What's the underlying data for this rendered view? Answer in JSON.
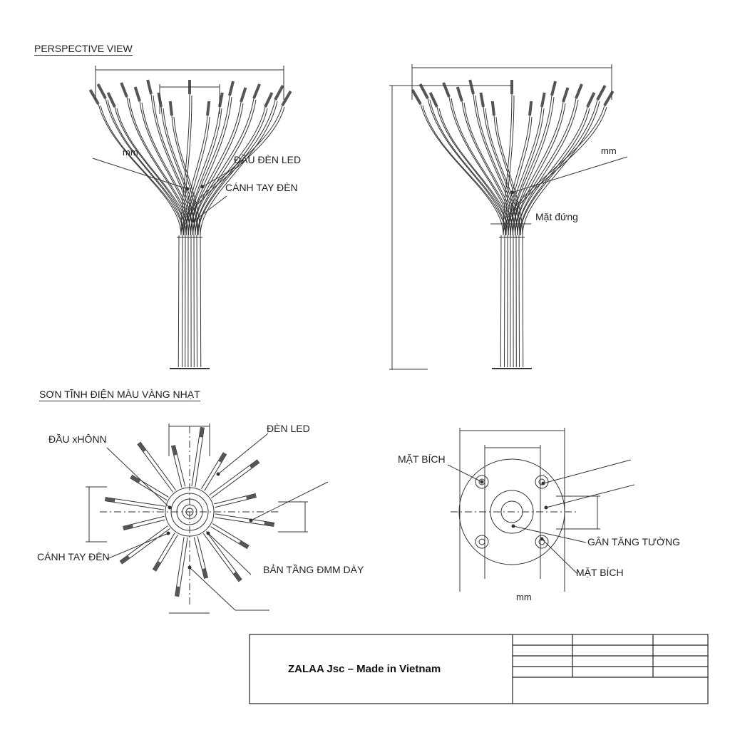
{
  "views": {
    "perspective": {
      "title": "PERSPECTIVE VIEW",
      "label_mm": "mm",
      "label_led_head": "ĐẦU ĐÈN LED",
      "label_arm": "CÁNH TAY ĐÈN"
    },
    "elevation": {
      "label_mm": "mm",
      "label_elevation": "Mặt đứng"
    },
    "top": {
      "title": "SƠN TĨNH ĐIỆN MÀU VÀNG NHẠT",
      "label_head": "ĐẦU хHÔNN",
      "label_led": "ĐÈN LED",
      "label_arm": "CÁNH TAY ĐÈN",
      "label_plate": "BẢN TẦNG ĐMM DÀY"
    },
    "flange": {
      "label_flange_top": "MẶT BÍCH",
      "label_stiffener": "GÂN TĂNG TƯỜNG",
      "label_flange_bottom": "MẶT BÍCH",
      "label_mm": "mm"
    }
  },
  "title_block": {
    "company": "ZALAA Jsc – Made in Vietnam"
  },
  "colors": {
    "line": "#333333",
    "background": "#ffffff"
  }
}
